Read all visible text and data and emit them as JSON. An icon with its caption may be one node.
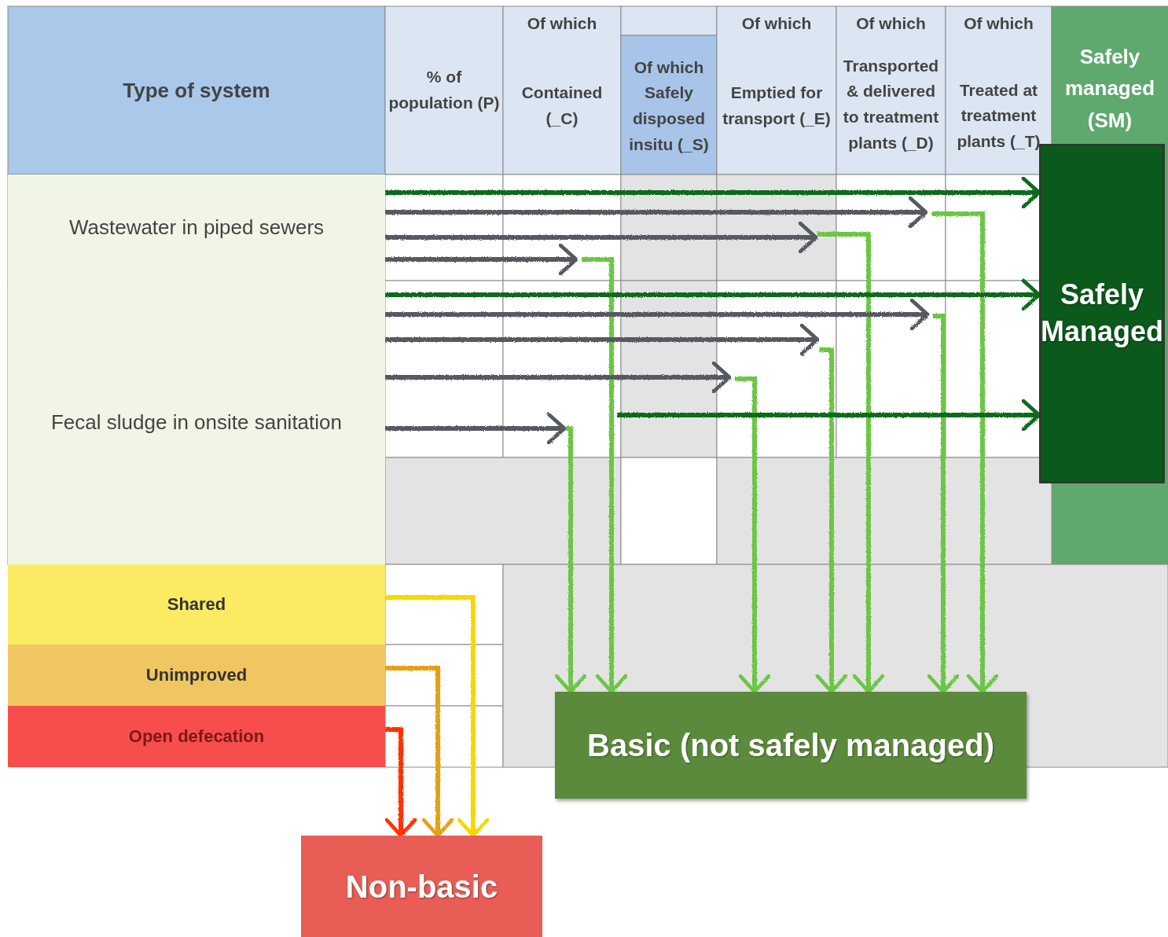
{
  "diagram": {
    "nodes": [
      {
        "text": [
          "Wastewater in piped sewers"
        ]
      },
      {
        "text": [
          "Fecal sludge in onsite sanitation"
        ]
      },
      {
        "text": [
          "Safely Managed"
        ]
      },
      {
        "text": [
          "Shared"
        ]
      },
      {
        "text": [
          "Unimproved"
        ]
      },
      {
        "text": [
          "Open defecation"
        ]
      },
      {
        "text": [
          "Basic (not safely managed)"
        ]
      },
      {
        "text": [
          "Non-basic"
        ]
      }
    ],
    "edges": [
      {
        "from": 0,
        "to": 2,
        "arrow": "to",
        "color": "#0f6b1c"
      },
      {
        "from": 0,
        "to": null,
        "arrow": "to",
        "color": "#565a60"
      },
      {
        "from": null,
        "to": 6,
        "arrow": "to",
        "color": "#6cc644"
      },
      {
        "from": 0,
        "to": null,
        "arrow": "to",
        "color": "#565a60"
      },
      {
        "from": null,
        "to": 6,
        "arrow": "to",
        "color": "#6cc644"
      },
      {
        "from": 0,
        "to": null,
        "arrow": "to",
        "color": "#565a60"
      },
      {
        "from": null,
        "to": 6,
        "arrow": "to",
        "color": "#6cc644"
      },
      {
        "from": 1,
        "to": 2,
        "arrow": "to",
        "color": "#0f6b1c"
      },
      {
        "from": 1,
        "to": null,
        "arrow": "to",
        "color": "#565a60"
      },
      {
        "from": null,
        "to": 6,
        "arrow": "to",
        "color": "#6cc644"
      },
      {
        "from": 1,
        "to": null,
        "arrow": "to",
        "color": "#565a60"
      },
      {
        "from": null,
        "to": 6,
        "arrow": "to",
        "color": "#6cc644"
      },
      {
        "from": 1,
        "to": null,
        "arrow": "to",
        "color": "#565a60"
      },
      {
        "from": null,
        "to": 6,
        "arrow": "to",
        "color": "#6cc644"
      },
      {
        "from": null,
        "to": 2,
        "arrow": "to",
        "color": "#0f6b1c"
      },
      {
        "from": 1,
        "to": null,
        "arrow": "to",
        "color": "#565a60"
      },
      {
        "from": null,
        "to": 6,
        "arrow": "to",
        "color": "#6cc644"
      },
      {
        "from": 3,
        "to": 7,
        "arrow": "to",
        "color": "#f5d800"
      },
      {
        "from": 4,
        "to": 7,
        "arrow": "to",
        "color": "#e6a015"
      },
      {
        "from": 5,
        "to": 7,
        "arrow": "to",
        "color": "#ff3300"
      }
    ],
    "labels": [
      "Type of system",
      "% of population (P)",
      "Of which",
      "Contained (_C)",
      "Of which Safely disposed insitu (_S)",
      "Of which",
      "Emptied for transport (_E)",
      "Of which",
      "Transported & delivered to treatment plants (_D)",
      "Of which",
      "Treated at treatment plants (_T)",
      "Safely managed (SM)"
    ]
  }
}
